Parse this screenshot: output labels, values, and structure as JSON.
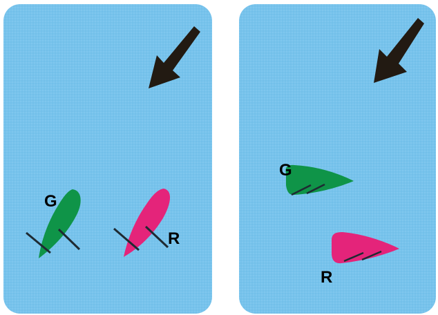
{
  "colors": {
    "water": "#77c3ec",
    "water_texture": "#8ccdf0",
    "green_boat": "#0f9448",
    "red_boat": "#e4247a",
    "arrow": "#221a12",
    "sail": "#1e2a32"
  },
  "wind_arrow_icon": "arrow-down-left",
  "panels": [
    {
      "boats": [
        {
          "label": "G"
        },
        {
          "label": "R"
        }
      ]
    },
    {
      "boats": [
        {
          "label": "G"
        },
        {
          "label": "R"
        }
      ]
    }
  ]
}
